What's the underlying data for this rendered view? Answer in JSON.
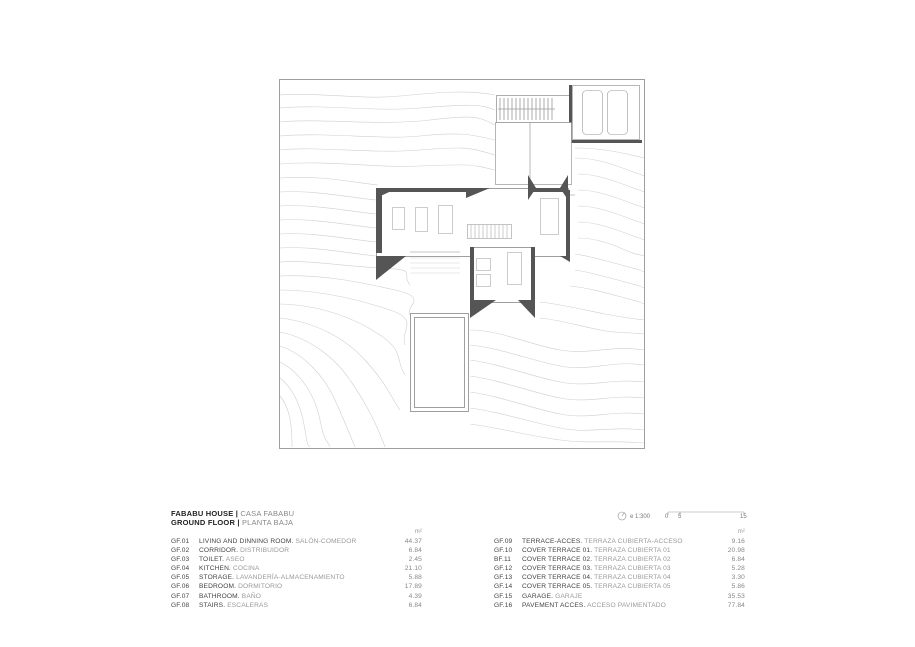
{
  "title": {
    "house_en": "FABABU HOUSE",
    "separator": "|",
    "house_es": "CASA FABABU",
    "floor_en": "GROUND FLOOR",
    "floor_es": "PLANTA BAJA"
  },
  "scale": {
    "label": "e 1:300",
    "ticks": [
      "0",
      "5",
      "15"
    ]
  },
  "unit": "m²",
  "rooms_left": [
    {
      "code": "GF.01",
      "en": "LIVING AND DINNING ROOM.",
      "es": "SALÓN-COMEDOR",
      "area": "44.37"
    },
    {
      "code": "GF.02",
      "en": "CORRIDOR.",
      "es": "DISTRIBUIDOR",
      "area": "6.84"
    },
    {
      "code": "GF.03",
      "en": "TOILET.",
      "es": "ASEO",
      "area": "2.45"
    },
    {
      "code": "GF.04",
      "en": "KITCHEN.",
      "es": "COCINA",
      "area": "21.10"
    },
    {
      "code": "GF.05",
      "en": "STORAGE.",
      "es": "LAVANDERÍA-ALMACENAMIENTO",
      "area": "5.88"
    },
    {
      "code": "GF.06",
      "en": "BEDROOM.",
      "es": "DORMITORIO",
      "area": "17.89"
    },
    {
      "code": "GF.07",
      "en": "BATHROOM.",
      "es": "BAÑO",
      "area": "4.39"
    },
    {
      "code": "GF.08",
      "en": "STAIRS.",
      "es": "ESCALERAS",
      "area": "6.84"
    }
  ],
  "rooms_right": [
    {
      "code": "GF.09",
      "en": "TERRACE-ACCES.",
      "es": "TERRAZA CUBIERTA-ACCESO",
      "area": "9.16"
    },
    {
      "code": "GF.10",
      "en": "COVER TERRACE 01.",
      "es": "TERRAZA CUBIERTA 01",
      "area": "20.98"
    },
    {
      "code": "BF.11",
      "en": "COVER TERRACE 02.",
      "es": "TERRAZA CUBIERTA 02",
      "area": "6.84"
    },
    {
      "code": "GF.12",
      "en": "COVER TERRACE 03.",
      "es": "TERRAZA CUBIERTA 03",
      "area": "5.28"
    },
    {
      "code": "GF.13",
      "en": "COVER TERRACE 04.",
      "es": "TERRAZA CUBIERTA 04",
      "area": "3.30"
    },
    {
      "code": "GF.14",
      "en": "COVER TERRACE 05.",
      "es": "TERRAZA CUBIERTA 05",
      "area": "5.86"
    },
    {
      "code": "GF.15",
      "en": "GARAGE.",
      "es": "GARAJE",
      "area": "35.53"
    },
    {
      "code": "GF.16",
      "en": "PAVEMENT ACCES.",
      "es": "ACCESO PAVIMENTADO",
      "area": "77.84"
    }
  ]
}
